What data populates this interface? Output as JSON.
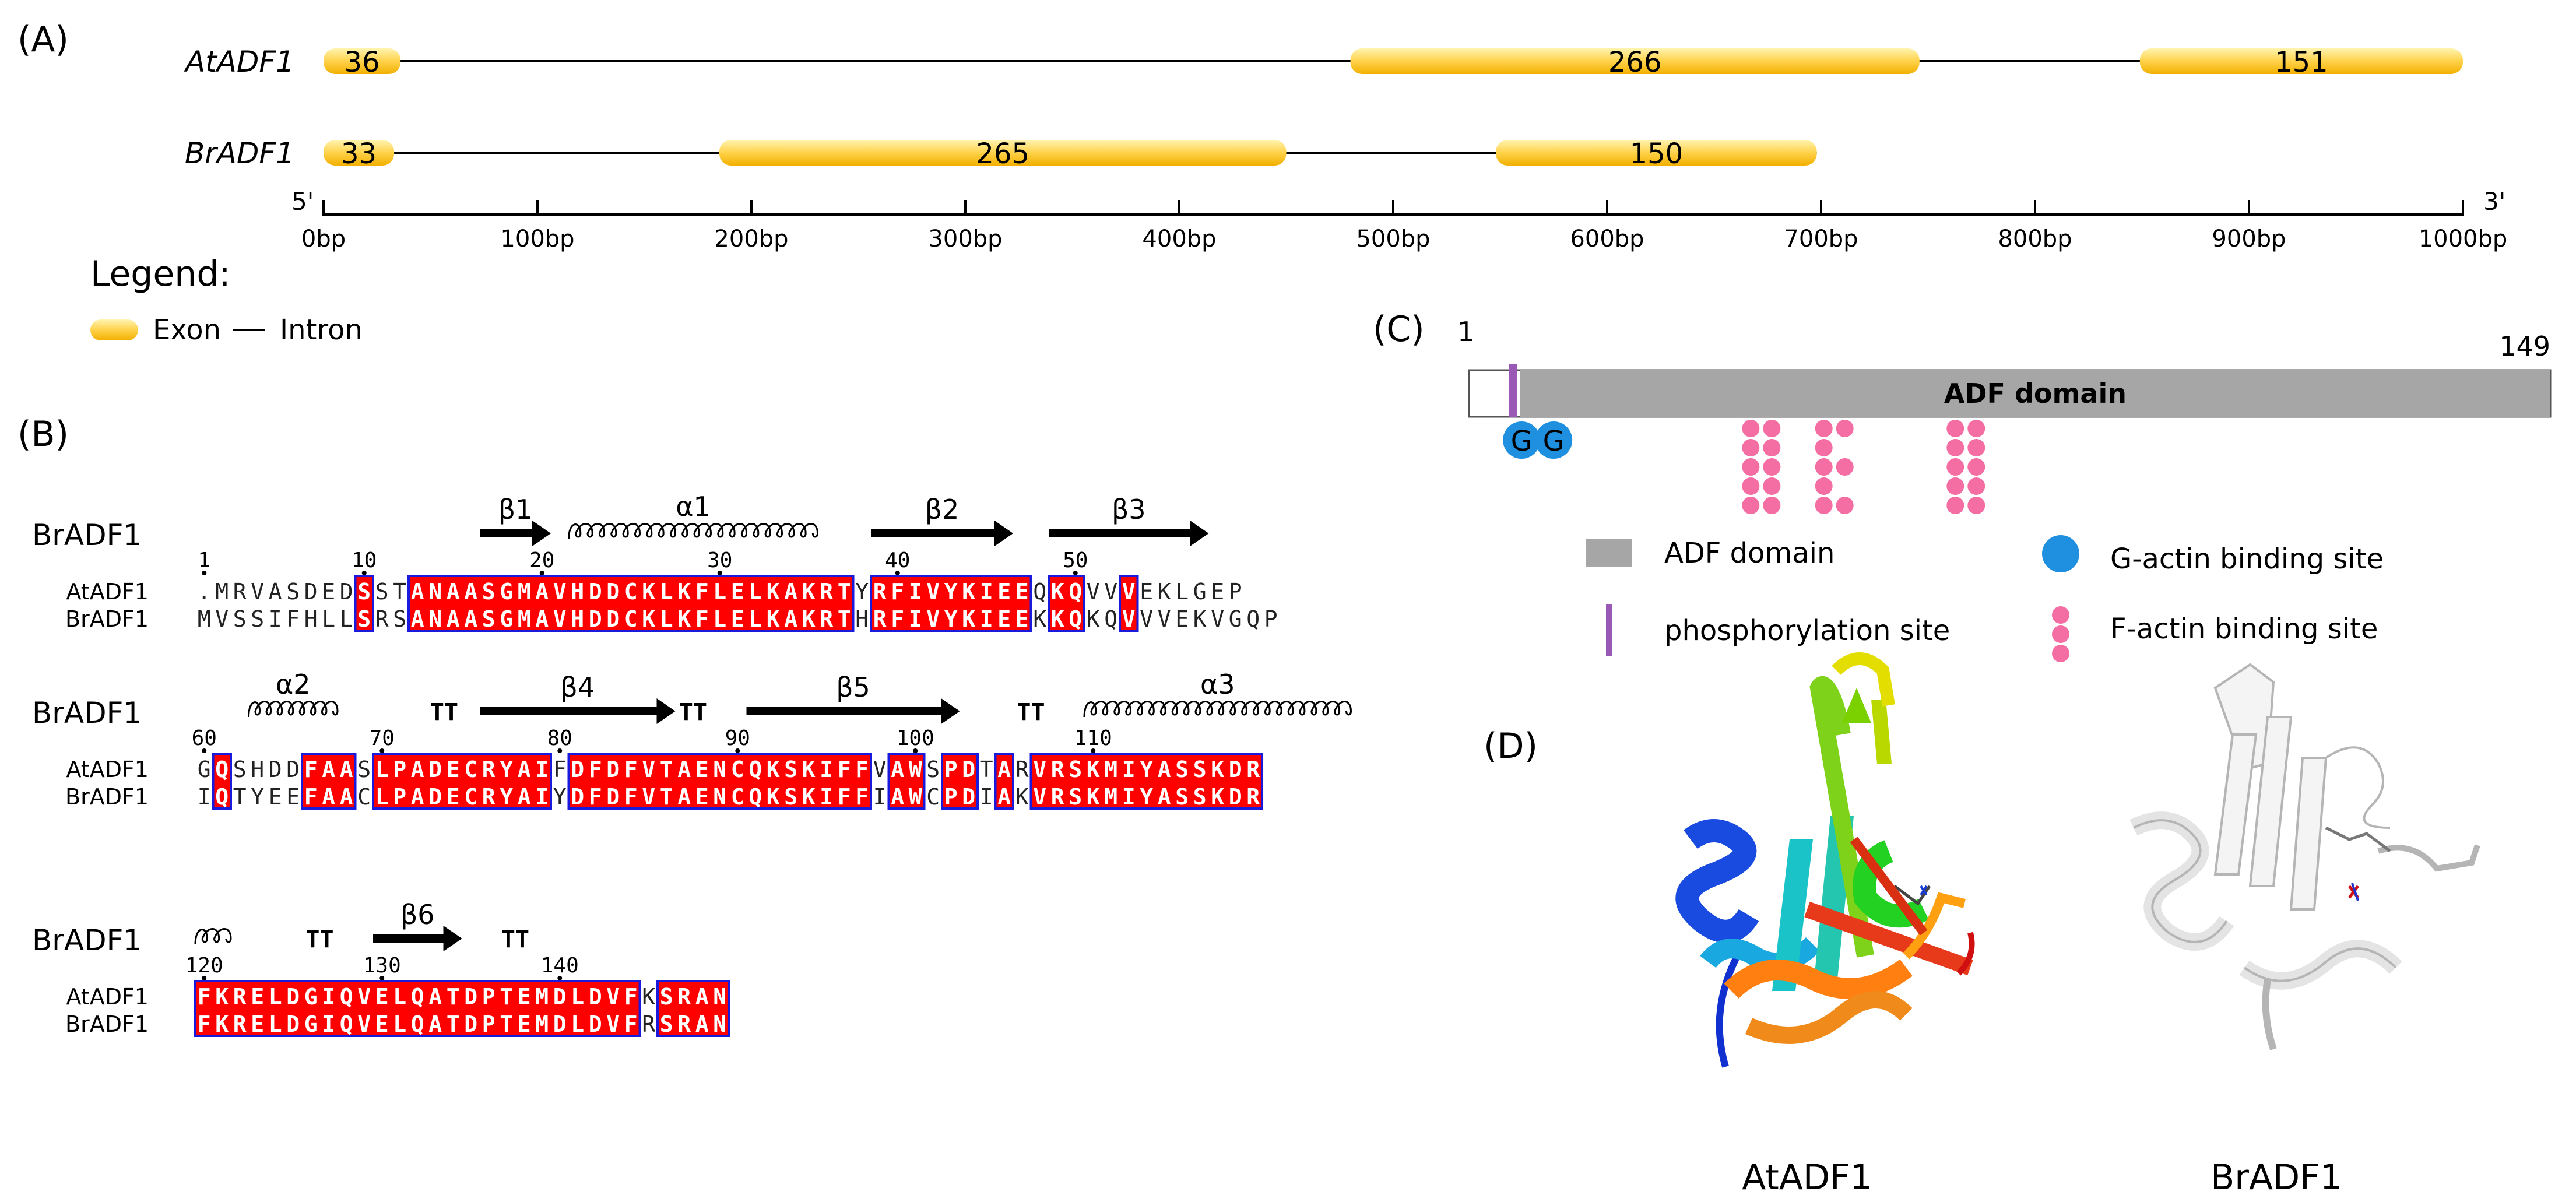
{
  "panel_labels": {
    "a": "(A)",
    "b": "(B)",
    "c": "(C)",
    "d": "(D)"
  },
  "gene_structure": {
    "genes": [
      {
        "name": "AtADF1",
        "exons": [
          {
            "start": 0,
            "end": 36,
            "label": "36"
          },
          {
            "start": 480,
            "end": 746,
            "label": "266"
          },
          {
            "start": 849,
            "end": 1000,
            "label": "151"
          }
        ]
      },
      {
        "name": "BrADF1",
        "exons": [
          {
            "start": 0,
            "end": 33,
            "label": "33"
          },
          {
            "start": 185,
            "end": 450,
            "label": "265"
          },
          {
            "start": 548,
            "end": 698,
            "label": "150"
          }
        ]
      }
    ],
    "axis": {
      "start_label": "5'",
      "end_label": "3'",
      "min": 0,
      "max": 1000,
      "tick_step": 100,
      "tick_suffix": "bp"
    },
    "legend": {
      "title": "Legend:",
      "exon": "Exon",
      "intron": "Intron"
    },
    "colors": {
      "exon_top": "#fff2a8",
      "exon_bottom": "#f2b700",
      "intron": "#000000"
    }
  },
  "alignment": {
    "title_seq": "BrADF1",
    "seq_names": [
      "AtADF1",
      "BrADF1"
    ],
    "blocks": [
      {
        "start": 1,
        "ruler": [
          1,
          10,
          20,
          30,
          40,
          50
        ],
        "seq1": ".MRVASDEDSSTANAASGMAVHDDCKLKFLELKAKRTYRFIVYKIEEQKQVVVEKLGEP",
        "seq2": "MVSSIFHLLSRSANAASGMAVHDDCKLKFLELKAKRTHRFIVYKIEEKKQKQVVVEKVGQP",
        "structure": [
          {
            "type": "beta",
            "label": "β1",
            "from": 17,
            "to": 20
          },
          {
            "type": "helix",
            "label": "α1",
            "from": 22,
            "to": 35
          },
          {
            "type": "beta",
            "label": "β2",
            "from": 39,
            "to": 46
          },
          {
            "type": "beta",
            "label": "β3",
            "from": 49,
            "to": 57
          }
        ]
      },
      {
        "start": 60,
        "ruler": [
          60,
          70,
          80,
          90,
          100,
          110
        ],
        "seq1": "GQSHDDFAASLPADECRYAIFDFDFVTAENCQKSKIFFVAWSPDTARVRSKMIYASSKDR",
        "seq2": "IQTYEEFAACLPADECRYAIYDFDFVTAENCQKSKIFFIAWCPDIAKVRSKMIYASSKDR",
        "structure": [
          {
            "type": "helix",
            "label": "α2",
            "from": 63,
            "to": 67
          },
          {
            "type": "tt",
            "label": "TT",
            "from": 73,
            "to": 74
          },
          {
            "type": "beta",
            "label": "β4",
            "from": 76,
            "to": 86
          },
          {
            "type": "tt",
            "label": "TT",
            "from": 87,
            "to": 88
          },
          {
            "type": "beta",
            "label": "β5",
            "from": 91,
            "to": 102
          },
          {
            "type": "tt",
            "label": "TT",
            "from": 106,
            "to": 107
          },
          {
            "type": "helix",
            "label": "α3",
            "from": 110,
            "to": 124
          }
        ]
      },
      {
        "start": 120,
        "ruler": [
          120,
          130,
          140
        ],
        "seq1": "FKRELDGIQVELQATDPTEMDLDVFKSRAN",
        "seq2": "FKRELDGIQVELQATDPTEMDLDVFRSRAN",
        "structure": [
          {
            "type": "helix",
            "label": "",
            "from": 120,
            "to": 121
          },
          {
            "type": "tt",
            "label": "TT",
            "from": 126,
            "to": 127
          },
          {
            "type": "beta",
            "label": "β6",
            "from": 130,
            "to": 134
          },
          {
            "type": "tt",
            "label": "TT",
            "from": 137,
            "to": 138
          }
        ]
      }
    ],
    "colors": {
      "identical_bg": "#ff0000",
      "similar_text": "#ff0000",
      "box": "#1a1adc"
    }
  },
  "domain_map": {
    "start_label": "1",
    "end_label": "149",
    "length": 149,
    "domain": {
      "label": "ADF domain",
      "from": 8,
      "to": 149
    },
    "phospho_site": 7,
    "g_sites": [
      "G",
      "G"
    ],
    "f_actin_positions": [
      41,
      51,
      69
    ],
    "legend": {
      "domain": "ADF domain",
      "g_actin": "G-actin binding site",
      "phospho": "phosphorylation site",
      "f_actin": "F-actin binding site"
    },
    "colors": {
      "domain": "#a6a6a6",
      "g_actin": "#1f8fdf",
      "phospho": "#9b59b6",
      "f_actin": "#f46ea3"
    }
  },
  "structures": {
    "left_label": "AtADF1",
    "right_label": "BrADF1"
  }
}
